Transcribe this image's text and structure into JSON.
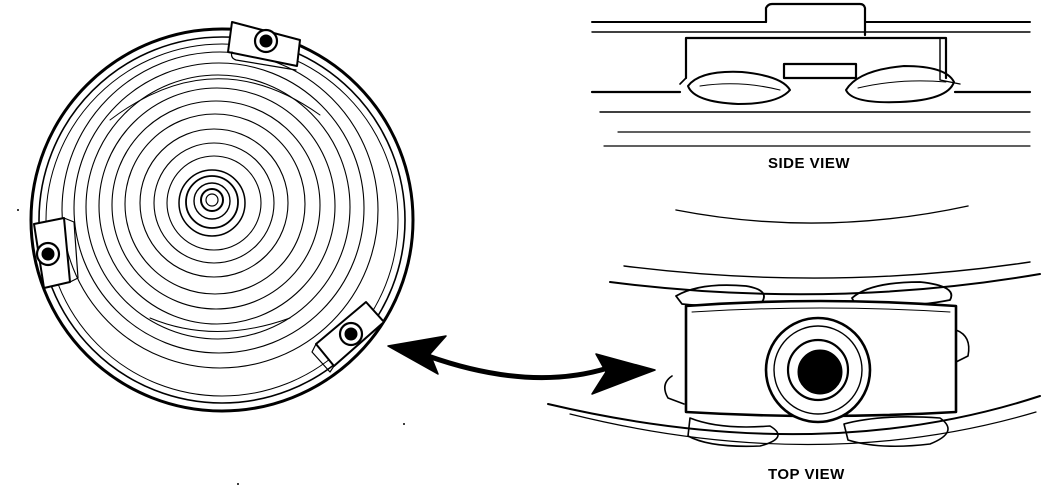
{
  "labels": {
    "side_view": "SIDE VIEW",
    "top_view": "TOP VIEW"
  },
  "colors": {
    "ink": "#000000",
    "paper": "#ffffff"
  },
  "icons": {
    "arrow": "double-headed-curved-arrow"
  }
}
